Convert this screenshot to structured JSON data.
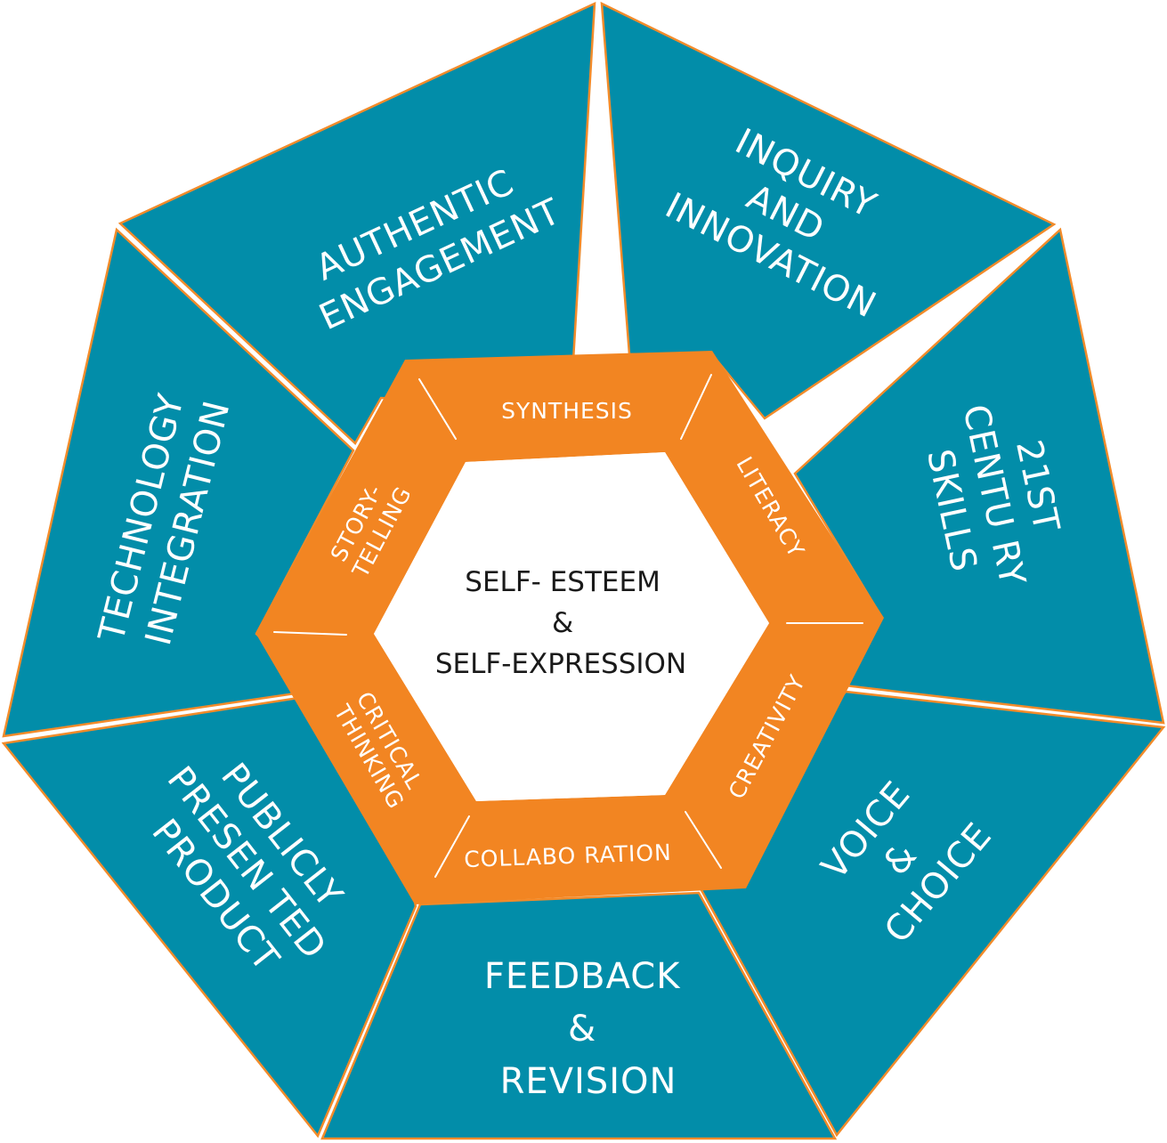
{
  "colors": {
    "panel_fill": "#028DA9",
    "panel_stroke": "#F28B2A",
    "ring_fill": "#F28522",
    "center_fill": "#FFFFFF",
    "center_text": "#1A1A1A"
  },
  "outer_panels": {
    "authentic_engagement": {
      "line1": "AUTHENTIC",
      "line2": "ENGAGEMENT"
    },
    "inquiry_innovation": {
      "line1": "INQUIRY",
      "line2": "AND",
      "line3": "INNOVATION"
    },
    "century_skills": {
      "line1": "21ST",
      "line2": "CENTU RY",
      "line3": "SKILLS"
    },
    "voice_choice": {
      "line1": "VOICE",
      "line2": "&",
      "line3": "CHOICE"
    },
    "feedback_revision": {
      "line1": "FEEDBACK",
      "line2": "&",
      "line3": "REVISION"
    },
    "publicly_presented": {
      "line1": "PUBLICLY",
      "line2": "PRESEN TED",
      "line3": "PRODUCT"
    },
    "technology_integration": {
      "line1": "TECHNOLOGY",
      "line2": "INTEGRATION"
    }
  },
  "ring_segments": {
    "synthesis": "SYNTHESIS",
    "literacy": "LITERACY",
    "creativity": "CREATIVITY",
    "collaboration": "COLLABO RATION",
    "critical_thinking": {
      "line1": "CRITICAL",
      "line2": "THINKING"
    },
    "storytelling": {
      "line1": "STORY-",
      "line2": "TELLING"
    }
  },
  "center": {
    "line1": "SELF- ESTEEM",
    "line2": "&",
    "line3": "SELF-EXPRESSION"
  }
}
